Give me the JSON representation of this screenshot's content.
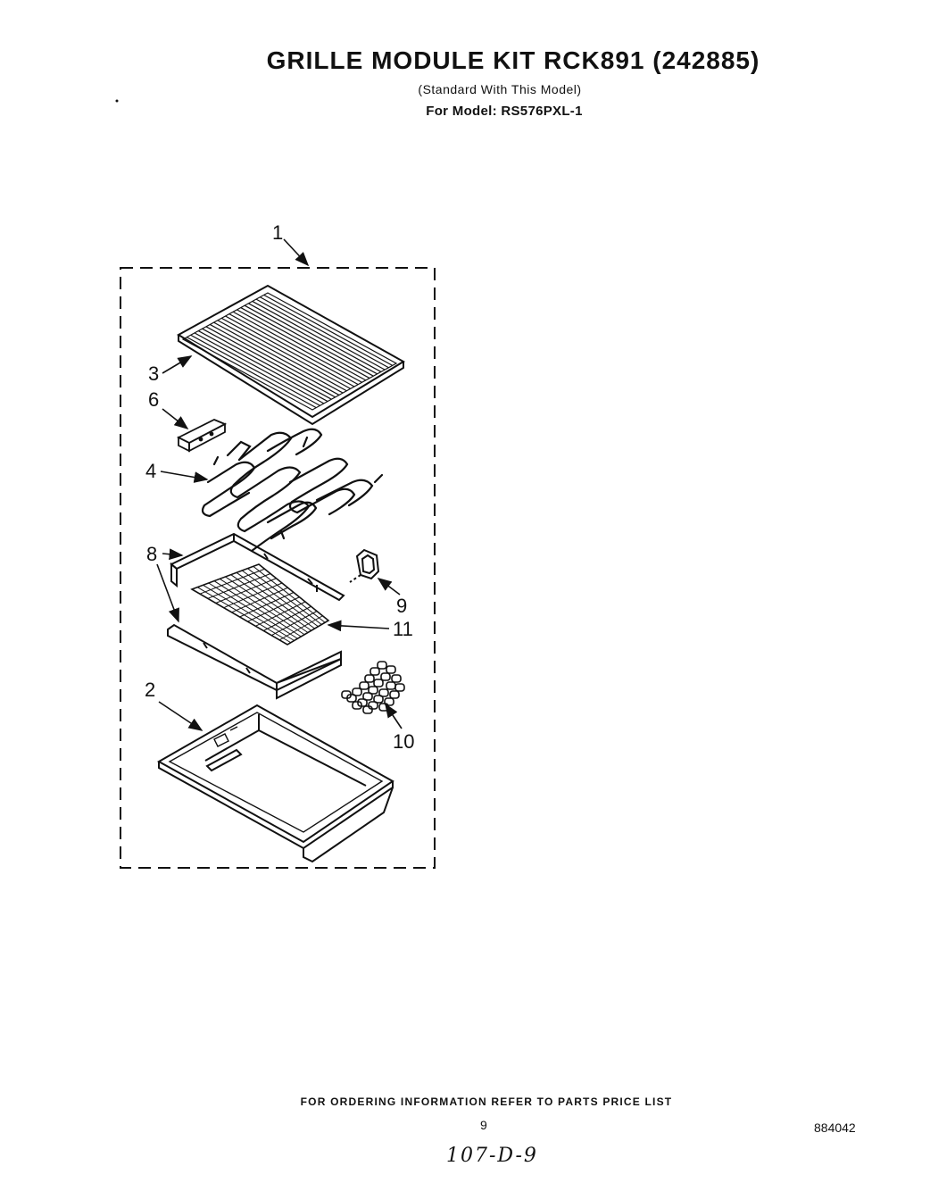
{
  "header": {
    "title": "GRILLE MODULE KIT RCK891 (242885)",
    "subtitle": "(Standard With This Model)",
    "model": "For Model: RS576PXL-1"
  },
  "callouts": {
    "c1": "1",
    "c2": "2",
    "c3": "3",
    "c4": "4",
    "c6": "6",
    "c8": "8",
    "c9": "9",
    "c10": "10",
    "c11": "11"
  },
  "footer": {
    "ordering": "FOR ORDERING INFORMATION REFER TO PARTS PRICE LIST",
    "page_number": "9",
    "doc_number": "884042",
    "handwritten": "107-D-9"
  }
}
